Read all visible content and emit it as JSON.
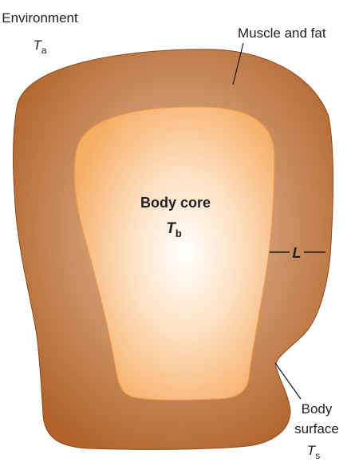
{
  "labels": {
    "environment": "Environment",
    "environment_symbol": "T",
    "environment_sub": "a",
    "muscle_fat": "Muscle and fat",
    "core_title": "Body core",
    "core_symbol": "T",
    "core_sub": "b",
    "thickness": "L",
    "surface_line1": "Body",
    "surface_line2": "surface",
    "surface_symbol": "T",
    "surface_sub": "s"
  },
  "colors": {
    "outer_shell_edge": "#b0622a",
    "outer_shell_inner": "#d6a37c",
    "outer_shell_stroke": "#8a4a1c",
    "core_edge": "#f5ac63",
    "core_center": "#ffffff",
    "core_stroke": "#ea9a4d",
    "line": "#231f20"
  }
}
